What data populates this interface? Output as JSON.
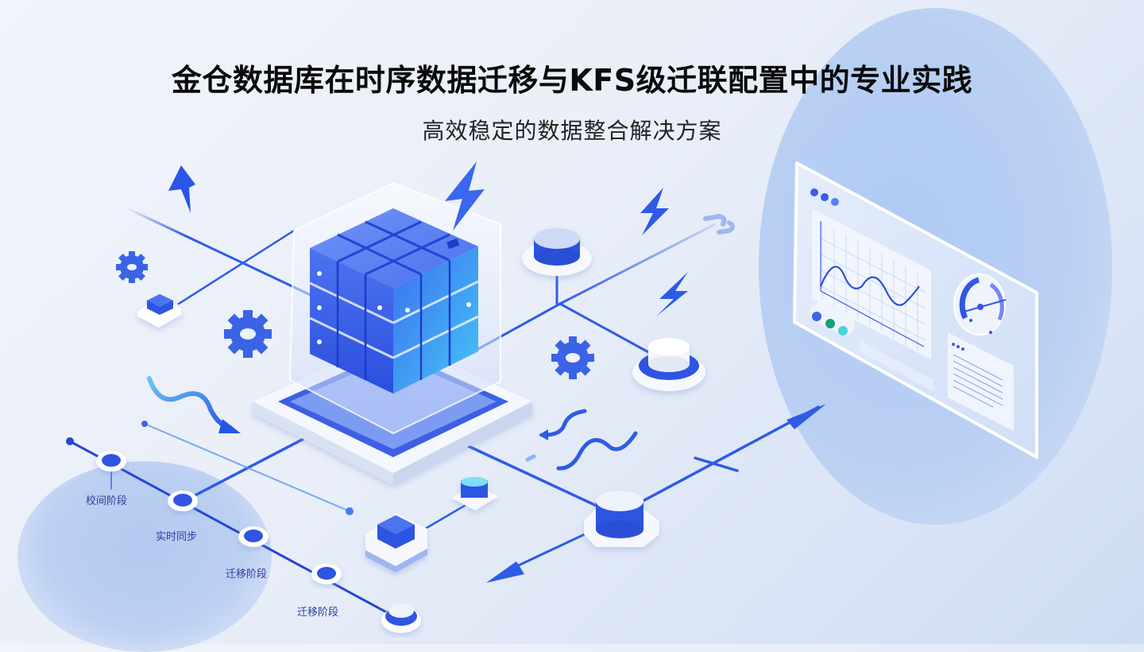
{
  "header": {
    "title": "金仓数据库在时序数据迁移与KFS级迁联配置中的专业实践",
    "subtitle": "高效稳定的数据整合解决方案"
  },
  "timeline": {
    "stages": [
      {
        "label": "校间阶段"
      },
      {
        "label": "实时同步"
      },
      {
        "label": "迁移阶段"
      },
      {
        "label": "迁移阶段"
      }
    ]
  },
  "illustration": {
    "central": "database-cube-icon",
    "dashboard": {
      "chart": "line-wave",
      "gauge": "speedometer",
      "indicator_dots": [
        "#3f63e6",
        "#1a9e7a",
        "#4fd0e0"
      ],
      "window_dots": [
        "#3a5ce8",
        "#3a5ce8",
        "#5b7fe8"
      ]
    },
    "icons": [
      "lightning-bolt-icon",
      "gear-icon",
      "link-icon",
      "wave-arrow-icon",
      "node-icon"
    ]
  },
  "colors": {
    "primary": "#2f5be6",
    "primary_dark": "#1f3fd0",
    "accent_cyan": "#4fc6f5",
    "title_text": "#0a0a0a",
    "label_text": "#2a3f9a"
  }
}
